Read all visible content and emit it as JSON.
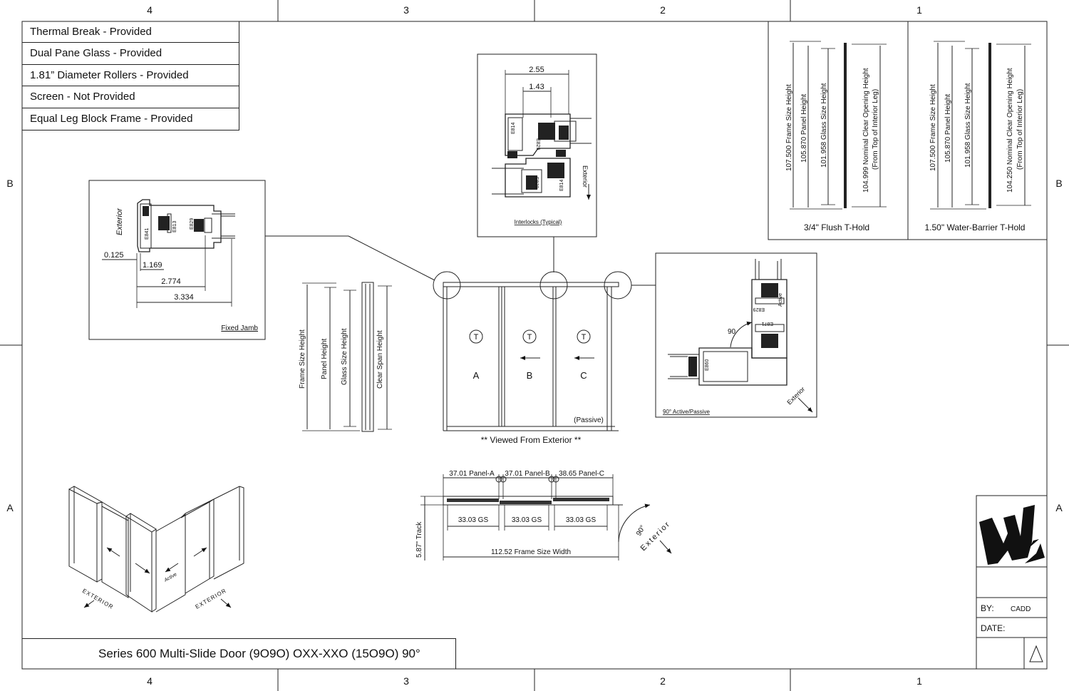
{
  "sheet": {
    "column_labels": [
      "4",
      "3",
      "2",
      "1"
    ],
    "row_labels": [
      "B",
      "A"
    ],
    "title": "Series 600 Multi-Slide Door (9O9O) OXX-XXO (15O9O) 90°"
  },
  "specs": [
    "Thermal Break - Provided",
    "Dual Pane Glass - Provided",
    "1.81” Diameter Rollers - Provided",
    "Screen - Not Provided",
    "Equal Leg Block Frame - Provided"
  ],
  "fixed_jamb": {
    "caption": "Fixed Jamb",
    "exterior": "Exterior",
    "dims": [
      "0.125",
      "1.169",
      "2.774",
      "3.334"
    ],
    "parts": [
      "E841",
      "E813",
      "E829"
    ]
  },
  "interlocks": {
    "caption": "Interlocks (Typical)",
    "dims": [
      "2.55",
      "1.43"
    ],
    "parts": [
      "E814",
      "E829",
      "E829",
      "E814"
    ],
    "exterior": "Exterior"
  },
  "threshold_flush": {
    "caption": "3/4\" Flush T-Hold",
    "labels": [
      "107.500 Frame Size Height",
      "105.870 Panel Height",
      "101.958 Glass Size Height",
      "104.999 Nominal Clear Opening Height",
      "(From Top of Interior Leg)"
    ]
  },
  "threshold_barrier": {
    "caption": "1.50\" Water-Barrier T-Hold",
    "labels": [
      "107.500 Frame Size Height",
      "105.870 Panel Height",
      "101.958 Glass Size Height",
      "104.250 Nominal Clear Opening Height",
      "(From Top of Interior Leg)"
    ]
  },
  "height_section": {
    "labels": [
      "Frame Size Height",
      "Panel Height",
      "Glass Size Height",
      "Clear Span Height"
    ]
  },
  "elevation": {
    "panels": [
      "A",
      "B",
      "C"
    ],
    "t_mark": "T",
    "passive": "(Passive)",
    "viewed": "** Viewed From Exterior **"
  },
  "corner": {
    "caption": "90° Active/Passive",
    "angle": "90",
    "parts": [
      "E829",
      "E871",
      "E860"
    ],
    "active": "Active",
    "exterior": "Exterior"
  },
  "plan": {
    "panel_dims": [
      "37.01 Panel-A",
      "37.01 Panel-B",
      "38.65 Panel-C"
    ],
    "gs_dims": [
      "33.03 GS",
      "33.03 GS",
      "33.03 GS"
    ],
    "frame_width": "112.52 Frame Size Width",
    "track": "5.87\" Track",
    "angle": "90°",
    "exterior": "Exterior"
  },
  "iso": {
    "exterior_left": "EXTERIOR",
    "exterior_right": "EXTERIOR",
    "active": "Active"
  },
  "title_block": {
    "by_label": "BY:",
    "by_value": "CADD",
    "date_label": "DATE:"
  }
}
